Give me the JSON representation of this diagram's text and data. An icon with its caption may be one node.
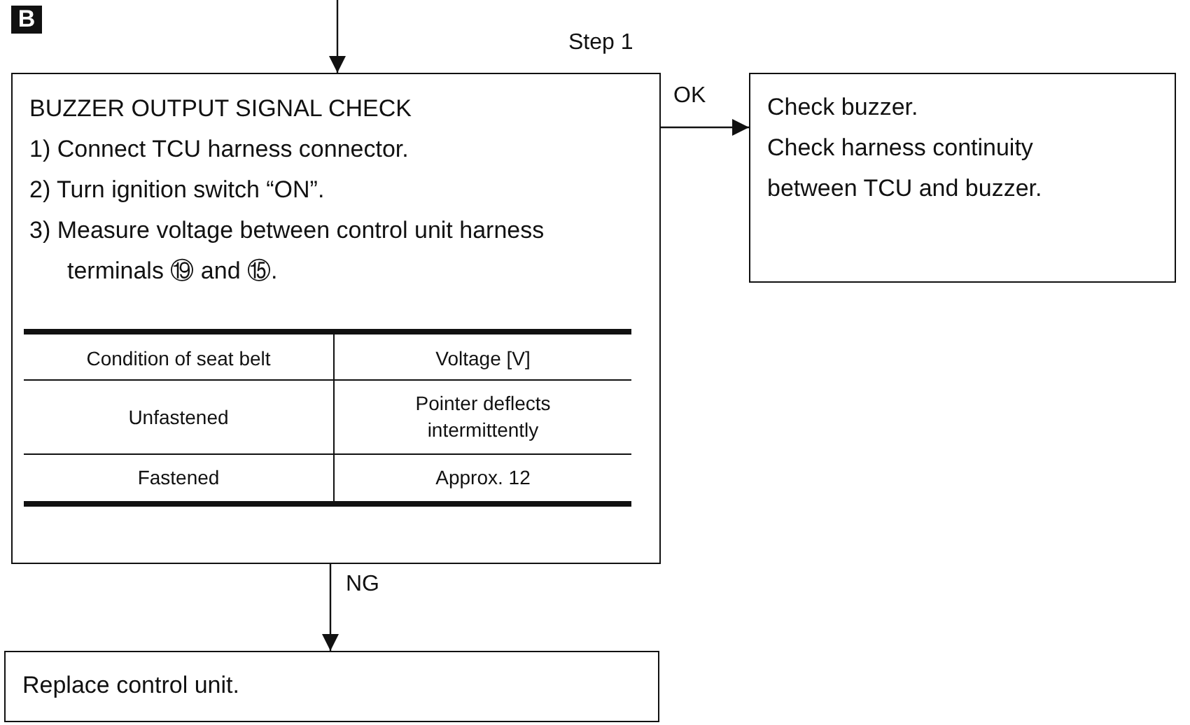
{
  "diagram": {
    "nodes": [
      {
        "text": [
          "BUZZER OUTPUT SIGNAL CHECK",
          "1) Connect TCU harness connector.",
          "2) Turn ignition switch “ON”.",
          "3) Measure voltage between control unit harness terminals ⑲ and ⑮."
        ],
        "beside": [
          "Step 1"
        ]
      },
      {
        "text": [
          "Check buzzer.",
          "Check harness continuity between TCU and buzzer."
        ]
      },
      {
        "text": [
          "Replace control unit."
        ]
      }
    ],
    "edges": [
      {
        "from": null,
        "to": 0,
        "arrow": "to"
      },
      {
        "from": 0,
        "to": 1,
        "arrow": "to",
        "label": "OK"
      },
      {
        "from": 0,
        "to": 2,
        "arrow": "to",
        "label": "NG"
      }
    ],
    "labels": [
      "B",
      "Condition of seat belt",
      "Voltage [V]",
      "Unfastened",
      "Pointer deflects intermittently",
      "Fastened",
      "Approx. 12"
    ]
  }
}
